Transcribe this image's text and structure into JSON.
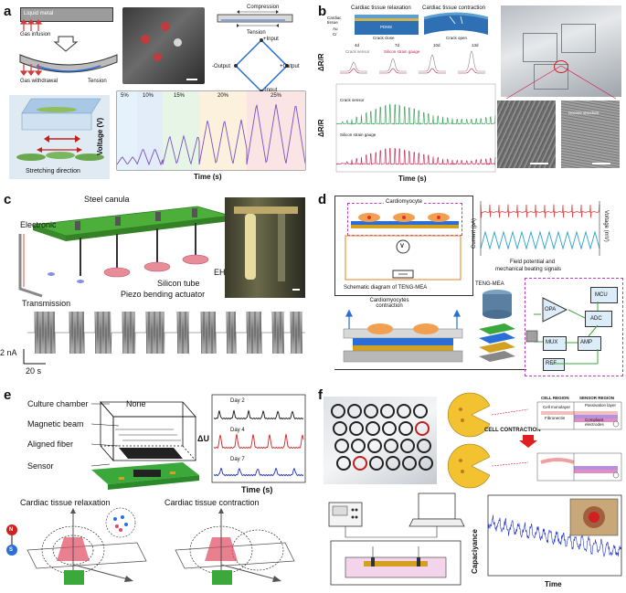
{
  "panels": {
    "a": {
      "label": "a",
      "liquid_metal": "Liquid metal",
      "gas_infusion": "Gas infusion",
      "gas_withdrawal": "Gas withdrawal",
      "tension_left": "Tension",
      "compression": "Compression",
      "tension_right": "Tension",
      "plus_input": "+Input",
      "minus_output": "-Output",
      "plus_output": "+Output",
      "minus_input": "-Input",
      "stretching_direction": "Stretching direction",
      "ylabel": "Voltage (V)",
      "xlabel": "Time (s)",
      "bands": [
        "5%",
        "10%",
        "15%",
        "20%",
        "25%"
      ]
    },
    "b": {
      "label": "b",
      "relaxation": "Cardiac tissue relaxation",
      "contraction": "Cardiac tissue contraction",
      "cardiac_tissue": "Cardiac tissue",
      "au": "Au",
      "cr": "Cr",
      "pdms": "PDMS",
      "crack_close": "Crack close",
      "crack_open": "Crack open",
      "days": [
        "4d",
        "7d",
        "10d",
        "13d"
      ],
      "legend_crack": "Crack sensor",
      "legend_silicon": "Silicon strain gauge",
      "dr_top": "ΔR/R",
      "dr_bottom": "ΔR/R",
      "crack_sensor": "Crack sensor",
      "silicon_gauge": "Silicon strain gauge",
      "xlabel": "Time (s)",
      "groove": "Groove structure"
    },
    "c": {
      "label": "c",
      "steel_canula": "Steel canula",
      "electronic": "Electronic",
      "silicon_tube": "Silicon tube",
      "piezo": "Piezo bending actuator",
      "eht": "EHT",
      "transmission": "Transmission",
      "scale_current": "2 nA",
      "scale_time": "20 s"
    },
    "d": {
      "label": "d",
      "cardiomyocyte": "Cardiomyocyte",
      "v": "V",
      "schematic": "Schematic diagram of TENG-MEA",
      "cm_contraction": "Cardiomyocytes contraction",
      "teng_mea": "TENG-MEA",
      "current": "Current (pA)",
      "voltage": "Voltage (mV)",
      "signals_line1": "Field potential and",
      "signals_line2": "mechanical beating signals",
      "mcu": "MCU",
      "opa": "OPA",
      "adc": "ADC",
      "mux": "MUX",
      "amp": "AMP",
      "ref": "REF"
    },
    "e": {
      "label": "e",
      "culture_chamber": "Culture chamber",
      "none": "None",
      "magnetic_beam": "Magnetic beam",
      "aligned_fiber": "Aligned fiber",
      "sensor": "Sensor",
      "day2": "Day 2",
      "day4": "Day 4",
      "day7": "Day 7",
      "du": "ΔU",
      "xlabel": "Time (s)",
      "relaxation": "Cardiac tissue relaxation",
      "contraction": "Cardiac tissue contraction",
      "n": "N",
      "s": "S"
    },
    "f": {
      "label": "f",
      "cell_region": "CELL REGION",
      "sensor_region": "SENSOR REGION",
      "cell_monolayer": "Cell monolayer",
      "passivation": "Passivation layer",
      "fibronectin": "Fibronectin",
      "compliant": "Compliant electrodes",
      "cell_contraction": "CELL CONTRACTION",
      "ylabel": "Capaciyance",
      "xlabel": "Time"
    }
  },
  "colors": {
    "red": "#d33a3a",
    "blue": "#3a7bd5",
    "green": "#3aa83a",
    "pink_wave": "#e05050",
    "cyan_wave": "#2aa0d0",
    "cap_blue": "#2233cc"
  }
}
